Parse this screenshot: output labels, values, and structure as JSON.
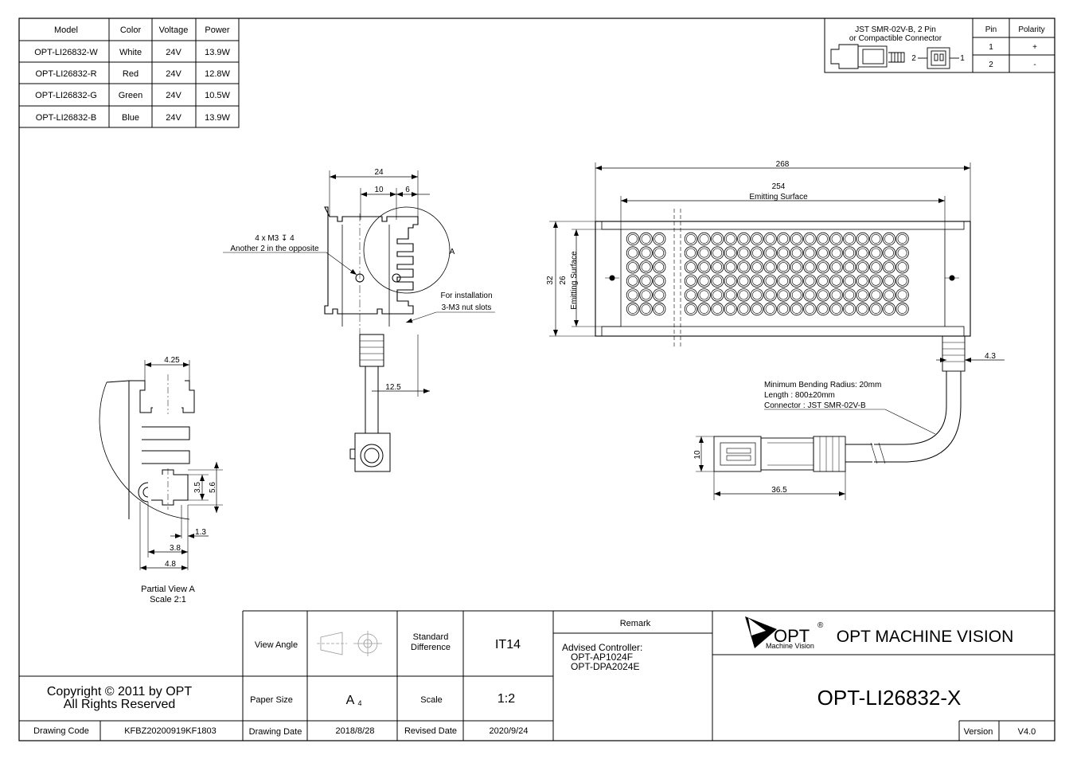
{
  "spec_table": {
    "headers": [
      "Model",
      "Color",
      "Voltage",
      "Power"
    ],
    "rows": [
      [
        "OPT-LI26832-W",
        "White",
        "24V",
        "13.9W"
      ],
      [
        "OPT-LI26832-R",
        "Red",
        "24V",
        "12.8W"
      ],
      [
        "OPT-LI26832-G",
        "Green",
        "24V",
        "10.5W"
      ],
      [
        "OPT-LI26832-B",
        "Blue",
        "24V",
        "13.9W"
      ]
    ]
  },
  "connector_table": {
    "title_line1": "JST SMR-02V-B, 2 Pin",
    "title_line2": "or Compactible Connector",
    "pin_header": "Pin",
    "polarity_header": "Polarity",
    "rows": [
      [
        "1",
        "+"
      ],
      [
        "2",
        "-"
      ]
    ],
    "pin_label_left": "2",
    "pin_label_right": "1"
  },
  "side_view": {
    "dim_24": "24",
    "dim_10": "10",
    "dim_6": "6",
    "dim_12_5": "12.5",
    "note_holes": "4 x M3 ↧ 4",
    "note_opposite": "Another 2 in the opposite",
    "note_install": "For installation",
    "note_slots": "3-M3 nut slots",
    "detail_label": "A"
  },
  "front_view": {
    "dim_268": "268",
    "dim_254": "254",
    "emitting_surface": "Emitting Surface",
    "dim_32": "32",
    "dim_26": "26",
    "emitting_surface_vertical": "Emitting Surface",
    "dim_4_3": "4.3",
    "cable_note_1": "Minimum Bending Radius: 20mm",
    "cable_note_2": "Length : 800±20mm",
    "cable_note_3": "Connector : JST SMR-02V-B",
    "dim_10": "10",
    "dim_36_5": "36.5"
  },
  "partial_view": {
    "dim_4_25": "4.25",
    "dim_3_5": "3.5",
    "dim_5_6": "5.6",
    "dim_1_3": "1.3",
    "dim_3_8": "3.8",
    "dim_4_8": "4.8",
    "caption_1": "Partial View A",
    "caption_2": "Scale 2:1"
  },
  "title_block": {
    "view_angle_label": "View Angle",
    "standard_difference_label": "Standard Difference",
    "standard_difference_value": "IT14",
    "paper_size_label": "Paper Size",
    "paper_size_value": "A",
    "paper_size_sub": "4",
    "scale_label": "Scale",
    "scale_value": "1:2",
    "drawing_date_label": "Drawing Date",
    "drawing_date_value": "2018/8/28",
    "revised_date_label": "Revised Date",
    "revised_date_value": "2020/9/24",
    "remark_label": "Remark",
    "remark_line1": "Advised Controller:",
    "remark_line2": "OPT-AP1024F",
    "remark_line3": "OPT-DPA2024E",
    "logo_text": "OPT",
    "logo_reg": "®",
    "logo_sub": "Machine Vision",
    "company": "OPT MACHINE VISION",
    "part_number": "OPT-LI26832-X",
    "version_label": "Version",
    "version_value": "V4.0",
    "copyright_line1": "Copyright © 2011 by OPT",
    "copyright_line2": "All Rights Reserved",
    "drawing_code_label": "Drawing Code",
    "drawing_code_value": "KFBZ20200919KF1803"
  },
  "colors": {
    "line": "#000000",
    "background": "#ffffff"
  }
}
